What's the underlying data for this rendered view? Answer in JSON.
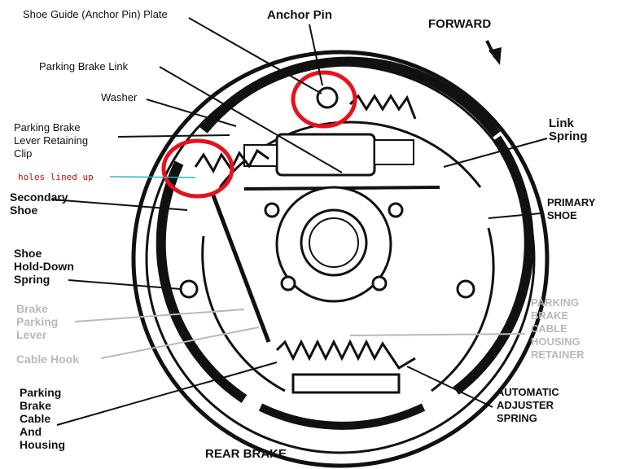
{
  "colors": {
    "ink": "#111111",
    "highlight": "#e8101a",
    "faint": "#b9b9b9",
    "note": "#c01010",
    "note_line": "#2bb5c4"
  },
  "labels": {
    "shoe_guide": "Shoe Guide (Anchor Pin) Plate",
    "anchor_pin": "Anchor Pin",
    "forward": "FORWARD",
    "parking_brake_link": "Parking Brake Link",
    "washer": "Washer",
    "lever_retaining_clip": "Parking Brake\nLever Retaining\nClip",
    "holes_note": "holes lined up",
    "link_spring": "Link\nSpring",
    "secondary_shoe": "Secondary\nShoe",
    "primary_shoe": "PRIMARY\nSHOE",
    "hold_down_spring": "Shoe\nHold-Down\nSpring",
    "parking_lever": "Brake\nParking\nLever",
    "cable_hook": "Cable Hook",
    "cable_housing_retainer": "PARKING\nBRAKE\nCABLE\nHOUSING\nRETAINER",
    "cable_and_housing": "Parking\nBrake\nCable\nAnd\nHousing",
    "adjuster_spring": "AUTOMATIC\nADJUSTER\nSPRING",
    "title": "REAR BRAKE"
  }
}
